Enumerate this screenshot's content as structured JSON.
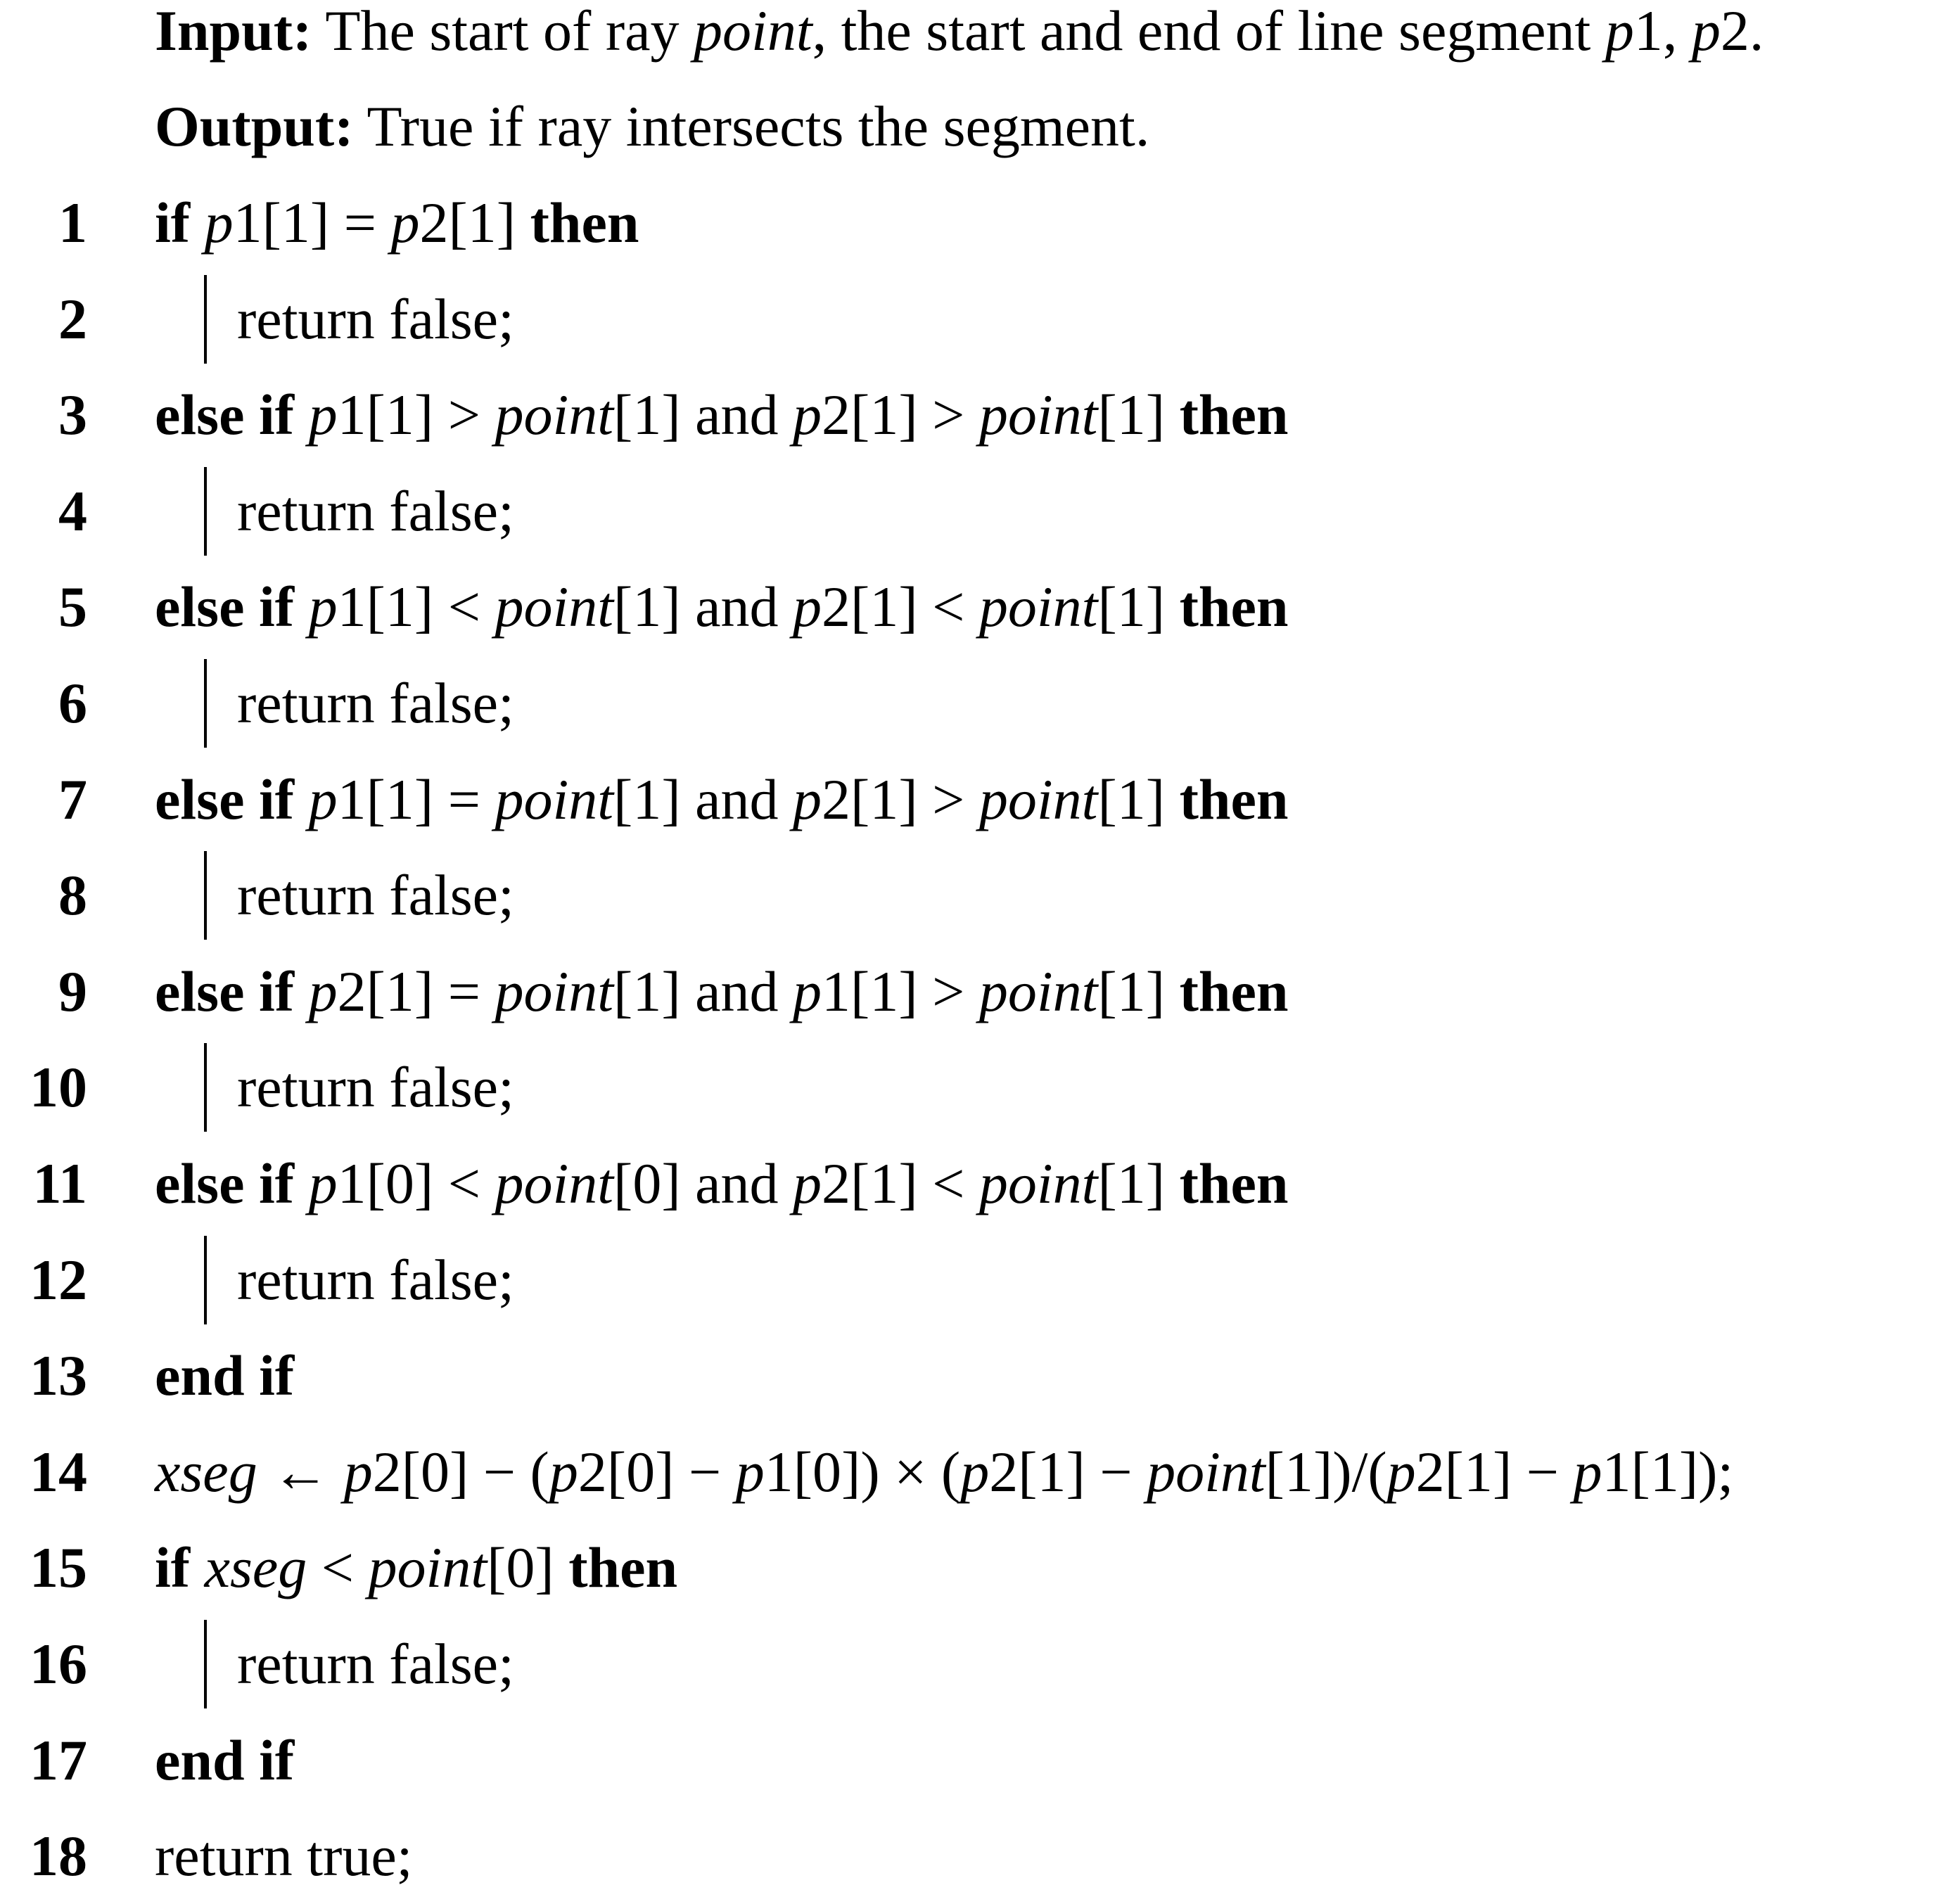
{
  "header": {
    "input_label": "Input:",
    "input_t1": " The start of ray ",
    "input_v1": "point",
    "input_t2": ", the start and end of line segment ",
    "input_v2": "p",
    "input_t3": "1, ",
    "input_v3": "p",
    "input_t4": "2.",
    "output_label": "Output:",
    "output_text": " True if ray intersects the segment."
  },
  "lines": [
    {
      "num": "1",
      "kw_if": "if ",
      "v1": "p",
      "t1": "1[1] = ",
      "v2": "p",
      "t2": "2[1] ",
      "kw_then": "then"
    },
    {
      "num": "2",
      "text": "return false;"
    },
    {
      "num": "3",
      "kw_if": "else if ",
      "v1": "p",
      "t1": "1[1] > ",
      "v2": "point",
      "t2": "[1] and ",
      "v3": "p",
      "t3": "2[1] > ",
      "v4": "point",
      "t4": "[1] ",
      "kw_then": "then"
    },
    {
      "num": "4",
      "text": "return false;"
    },
    {
      "num": "5",
      "kw_if": "else if ",
      "v1": "p",
      "t1": "1[1] < ",
      "v2": "point",
      "t2": "[1] and ",
      "v3": "p",
      "t3": "2[1] < ",
      "v4": "point",
      "t4": "[1] ",
      "kw_then": "then"
    },
    {
      "num": "6",
      "text": "return false;"
    },
    {
      "num": "7",
      "kw_if": "else if ",
      "v1": "p",
      "t1": "1[1] = ",
      "v2": "point",
      "t2": "[1] and ",
      "v3": "p",
      "t3": "2[1] > ",
      "v4": "point",
      "t4": "[1] ",
      "kw_then": "then"
    },
    {
      "num": "8",
      "text": "return false;"
    },
    {
      "num": "9",
      "kw_if": "else if ",
      "v1": "p",
      "t1": "2[1] = ",
      "v2": "point",
      "t2": "[1] and ",
      "v3": "p",
      "t3": "1[1] > ",
      "v4": "point",
      "t4": "[1] ",
      "kw_then": "then"
    },
    {
      "num": "10",
      "text": "return false;"
    },
    {
      "num": "11",
      "kw_if": "else if ",
      "v1": "p",
      "t1": "1[0] < ",
      "v2": "point",
      "t2": "[0] and ",
      "v3": "p",
      "t3": "2[1] < ",
      "v4": "point",
      "t4": "[1] ",
      "kw_then": "then"
    },
    {
      "num": "12",
      "text": "return false;"
    },
    {
      "num": "13",
      "kw_end": "end if"
    },
    {
      "num": "14",
      "v1": "xseg",
      "t1": " ← ",
      "v2": "p",
      "t2": "2[0] − (",
      "v3": "p",
      "t3": "2[0] − ",
      "v4": "p",
      "t4": "1[0]) × (",
      "v5": "p",
      "t5": "2[1] − ",
      "v6": "point",
      "t6": "[1])/(",
      "v7": "p",
      "t7": "2[1] − ",
      "v8": "p",
      "t8": "1[1]);"
    },
    {
      "num": "15",
      "kw_if": "if ",
      "v1": "xseg",
      "t1": " < ",
      "v2": "point",
      "t2": "[0] ",
      "kw_then": "then"
    },
    {
      "num": "16",
      "text": "return false;"
    },
    {
      "num": "17",
      "kw_end": "end if"
    },
    {
      "num": "18",
      "text": "return true;"
    }
  ]
}
